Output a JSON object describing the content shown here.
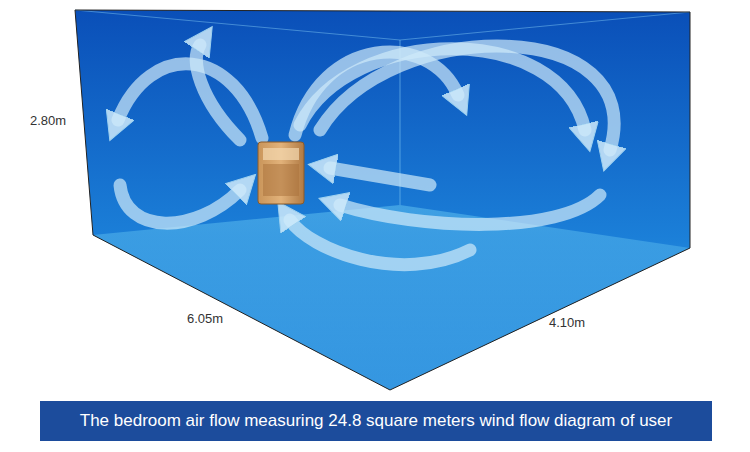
{
  "diagram": {
    "caption": "The bedroom air flow measuring 24.8 square meters wind flow diagram of user",
    "labels": [
      "2.80m",
      "6.05m",
      "4.10m"
    ]
  }
}
